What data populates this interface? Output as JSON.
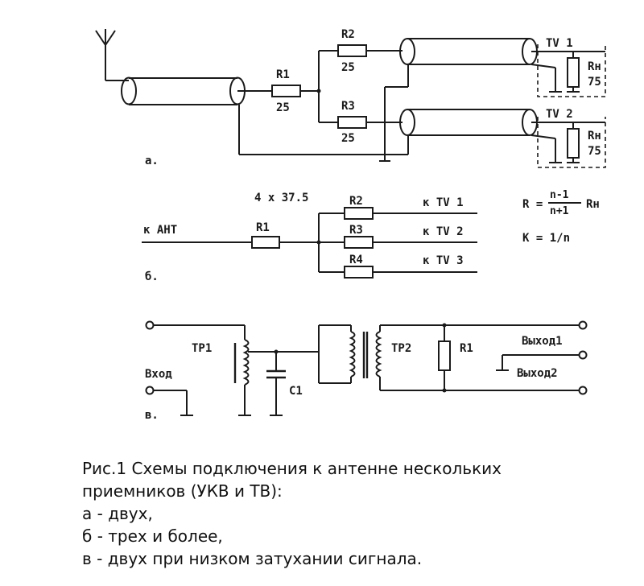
{
  "diagram_a": {
    "r1_name": "R1",
    "r1_value": "25",
    "r2_name": "R2",
    "r2_value": "25",
    "r3_name": "R3",
    "r3_value": "25",
    "tv1": "TV 1",
    "tv2": "TV 2",
    "rn1_name": "Rн",
    "rn1_value": "75",
    "rn2_name": "Rн",
    "rn2_value": "75",
    "label": "а."
  },
  "diagram_b": {
    "r_values": "4 x 37.5",
    "input": "к АНТ",
    "r1": "R1",
    "r2": "R2",
    "r3": "R3",
    "r4": "R4",
    "out1": "к TV 1",
    "out2": "к TV 2",
    "out3": "к TV 3",
    "formula_lhs": "R =",
    "formula_num": "n-1",
    "formula_den": "n+1",
    "formula_rhs": "Rн",
    "formula_k": "K = 1/n",
    "label": "б."
  },
  "diagram_c": {
    "tr1": "TP1",
    "tr2": "TP2",
    "r1": "R1",
    "c1": "C1",
    "input": "Вход",
    "out1": "Выход1",
    "out2": "Выход2",
    "label": "в."
  },
  "caption": {
    "line1": "Рис.1 Схемы подключения к антенне нескольких",
    "line2": "приемников (УКВ и ТВ):",
    "line3": "а - двух,",
    "line4": "б - трех и более,",
    "line5": "в - двух при низком затухании сигнала."
  }
}
